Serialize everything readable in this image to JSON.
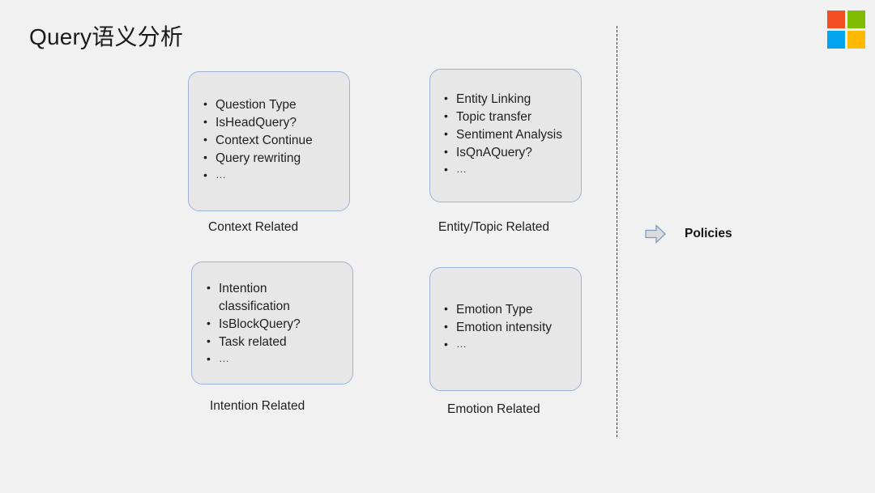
{
  "slide": {
    "title": "Query语义分析",
    "background_color": "#f1f1f1"
  },
  "logo": {
    "name": "microsoft-logo",
    "tiles": [
      {
        "name": "red-tile",
        "color": "#f25022"
      },
      {
        "name": "green-tile",
        "color": "#80bc00"
      },
      {
        "name": "blue-tile",
        "color": "#02a4ef"
      },
      {
        "name": "yellow-tile",
        "color": "#ffb901"
      }
    ]
  },
  "theme": {
    "card_fill": "#e7e7e7",
    "card_border": "#9cb3d4",
    "text": "#1f1f1f",
    "divider": "#3a3a3a",
    "arrow_fill": "#dcdcdc",
    "arrow_border": "#7b9bc4"
  },
  "cards": [
    {
      "id": "context",
      "caption": "Context Related",
      "items": [
        "Question Type",
        "IsHeadQuery?",
        "Context Continue",
        "Query rewriting",
        "…"
      ]
    },
    {
      "id": "entity",
      "caption": "Entity/Topic Related",
      "items": [
        "Entity Linking",
        "Topic transfer",
        "Sentiment Analysis",
        "IsQnAQuery?",
        "…"
      ]
    },
    {
      "id": "intent",
      "caption": "Intention Related",
      "items": [
        "Intention classification",
        "IsBlockQuery?",
        "Task related",
        "…"
      ]
    },
    {
      "id": "emotion",
      "caption": "Emotion Related",
      "items": [
        "Emotion Type",
        "Emotion intensity",
        "…"
      ]
    }
  ],
  "output": {
    "arrow_name": "right-block-arrow-icon",
    "label": "Policies"
  }
}
